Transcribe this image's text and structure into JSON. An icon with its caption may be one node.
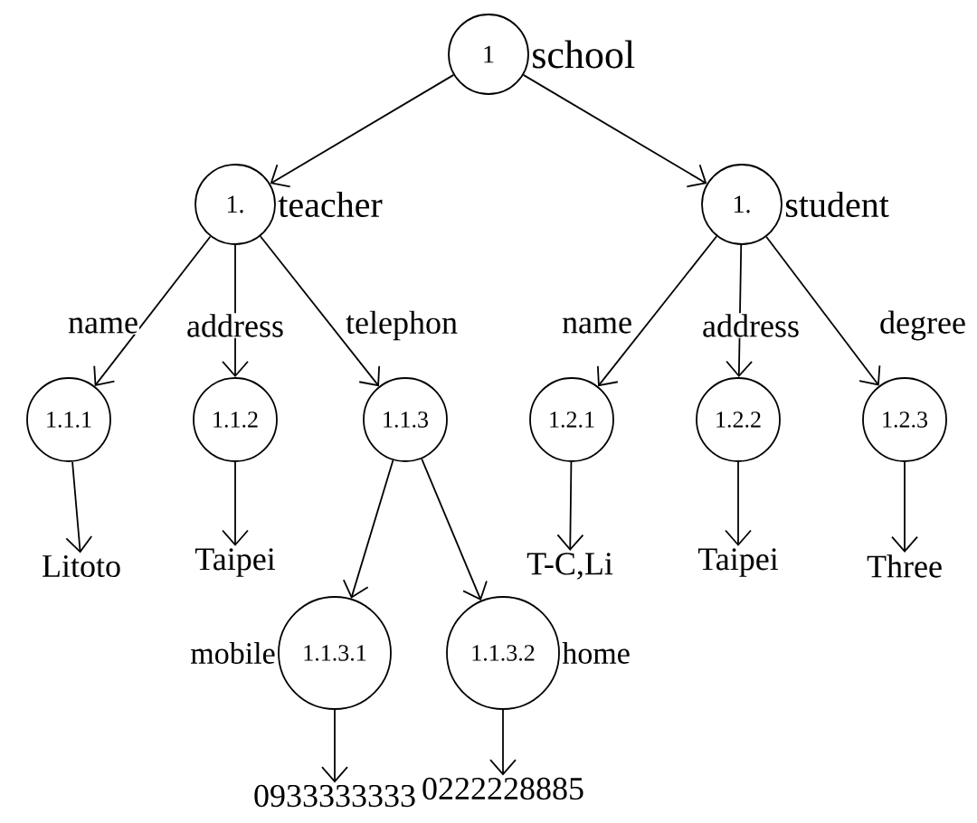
{
  "diagram": {
    "nodes": [
      {
        "text": [
          "1"
        ],
        "beside": [
          "school"
        ]
      },
      {
        "text": [
          "1."
        ],
        "beside": [
          "teacher"
        ]
      },
      {
        "text": [
          "1."
        ],
        "beside": [
          "student"
        ]
      },
      {
        "text": [
          "1.1.1"
        ]
      },
      {
        "text": [
          "1.1.2"
        ]
      },
      {
        "text": [
          "1.1.3"
        ]
      },
      {
        "text": [
          "1.2.1"
        ]
      },
      {
        "text": [
          "1.2.2"
        ]
      },
      {
        "text": [
          "1.2.3"
        ]
      },
      {
        "text": [
          "Litoto"
        ]
      },
      {
        "text": [
          "Taipei"
        ]
      },
      {
        "text": [
          "T-C,Li"
        ]
      },
      {
        "text": [
          "Taipei"
        ]
      },
      {
        "text": [
          "Three"
        ]
      },
      {
        "text": [
          "1.1.3.1"
        ],
        "beside": [
          "mobile"
        ]
      },
      {
        "text": [
          "1.1.3.2"
        ],
        "beside": [
          "home"
        ]
      },
      {
        "text": [
          "0933333333"
        ]
      },
      {
        "text": [
          "0222228885"
        ]
      }
    ],
    "edges": [
      {
        "from": 0,
        "to": 1,
        "arrow": "to"
      },
      {
        "from": 0,
        "to": 2,
        "arrow": "to"
      },
      {
        "from": 1,
        "to": 3,
        "arrow": "to",
        "label": "name"
      },
      {
        "from": 1,
        "to": 4,
        "arrow": "to",
        "label": "address"
      },
      {
        "from": 1,
        "to": 5,
        "arrow": "to",
        "label": "telephon"
      },
      {
        "from": 2,
        "to": 6,
        "arrow": "to",
        "label": "name"
      },
      {
        "from": 2,
        "to": 7,
        "arrow": "to",
        "label": "address"
      },
      {
        "from": 2,
        "to": 8,
        "arrow": "to",
        "label": "degree"
      },
      {
        "from": 3,
        "to": 9,
        "arrow": "to"
      },
      {
        "from": 4,
        "to": 10,
        "arrow": "to"
      },
      {
        "from": 6,
        "to": 11,
        "arrow": "to"
      },
      {
        "from": 7,
        "to": 12,
        "arrow": "to"
      },
      {
        "from": 8,
        "to": 13,
        "arrow": "to"
      },
      {
        "from": 5,
        "to": 14,
        "arrow": "to"
      },
      {
        "from": 5,
        "to": 15,
        "arrow": "to"
      },
      {
        "from": 14,
        "to": 16,
        "arrow": "to"
      },
      {
        "from": 15,
        "to": 17,
        "arrow": "to"
      }
    ]
  }
}
